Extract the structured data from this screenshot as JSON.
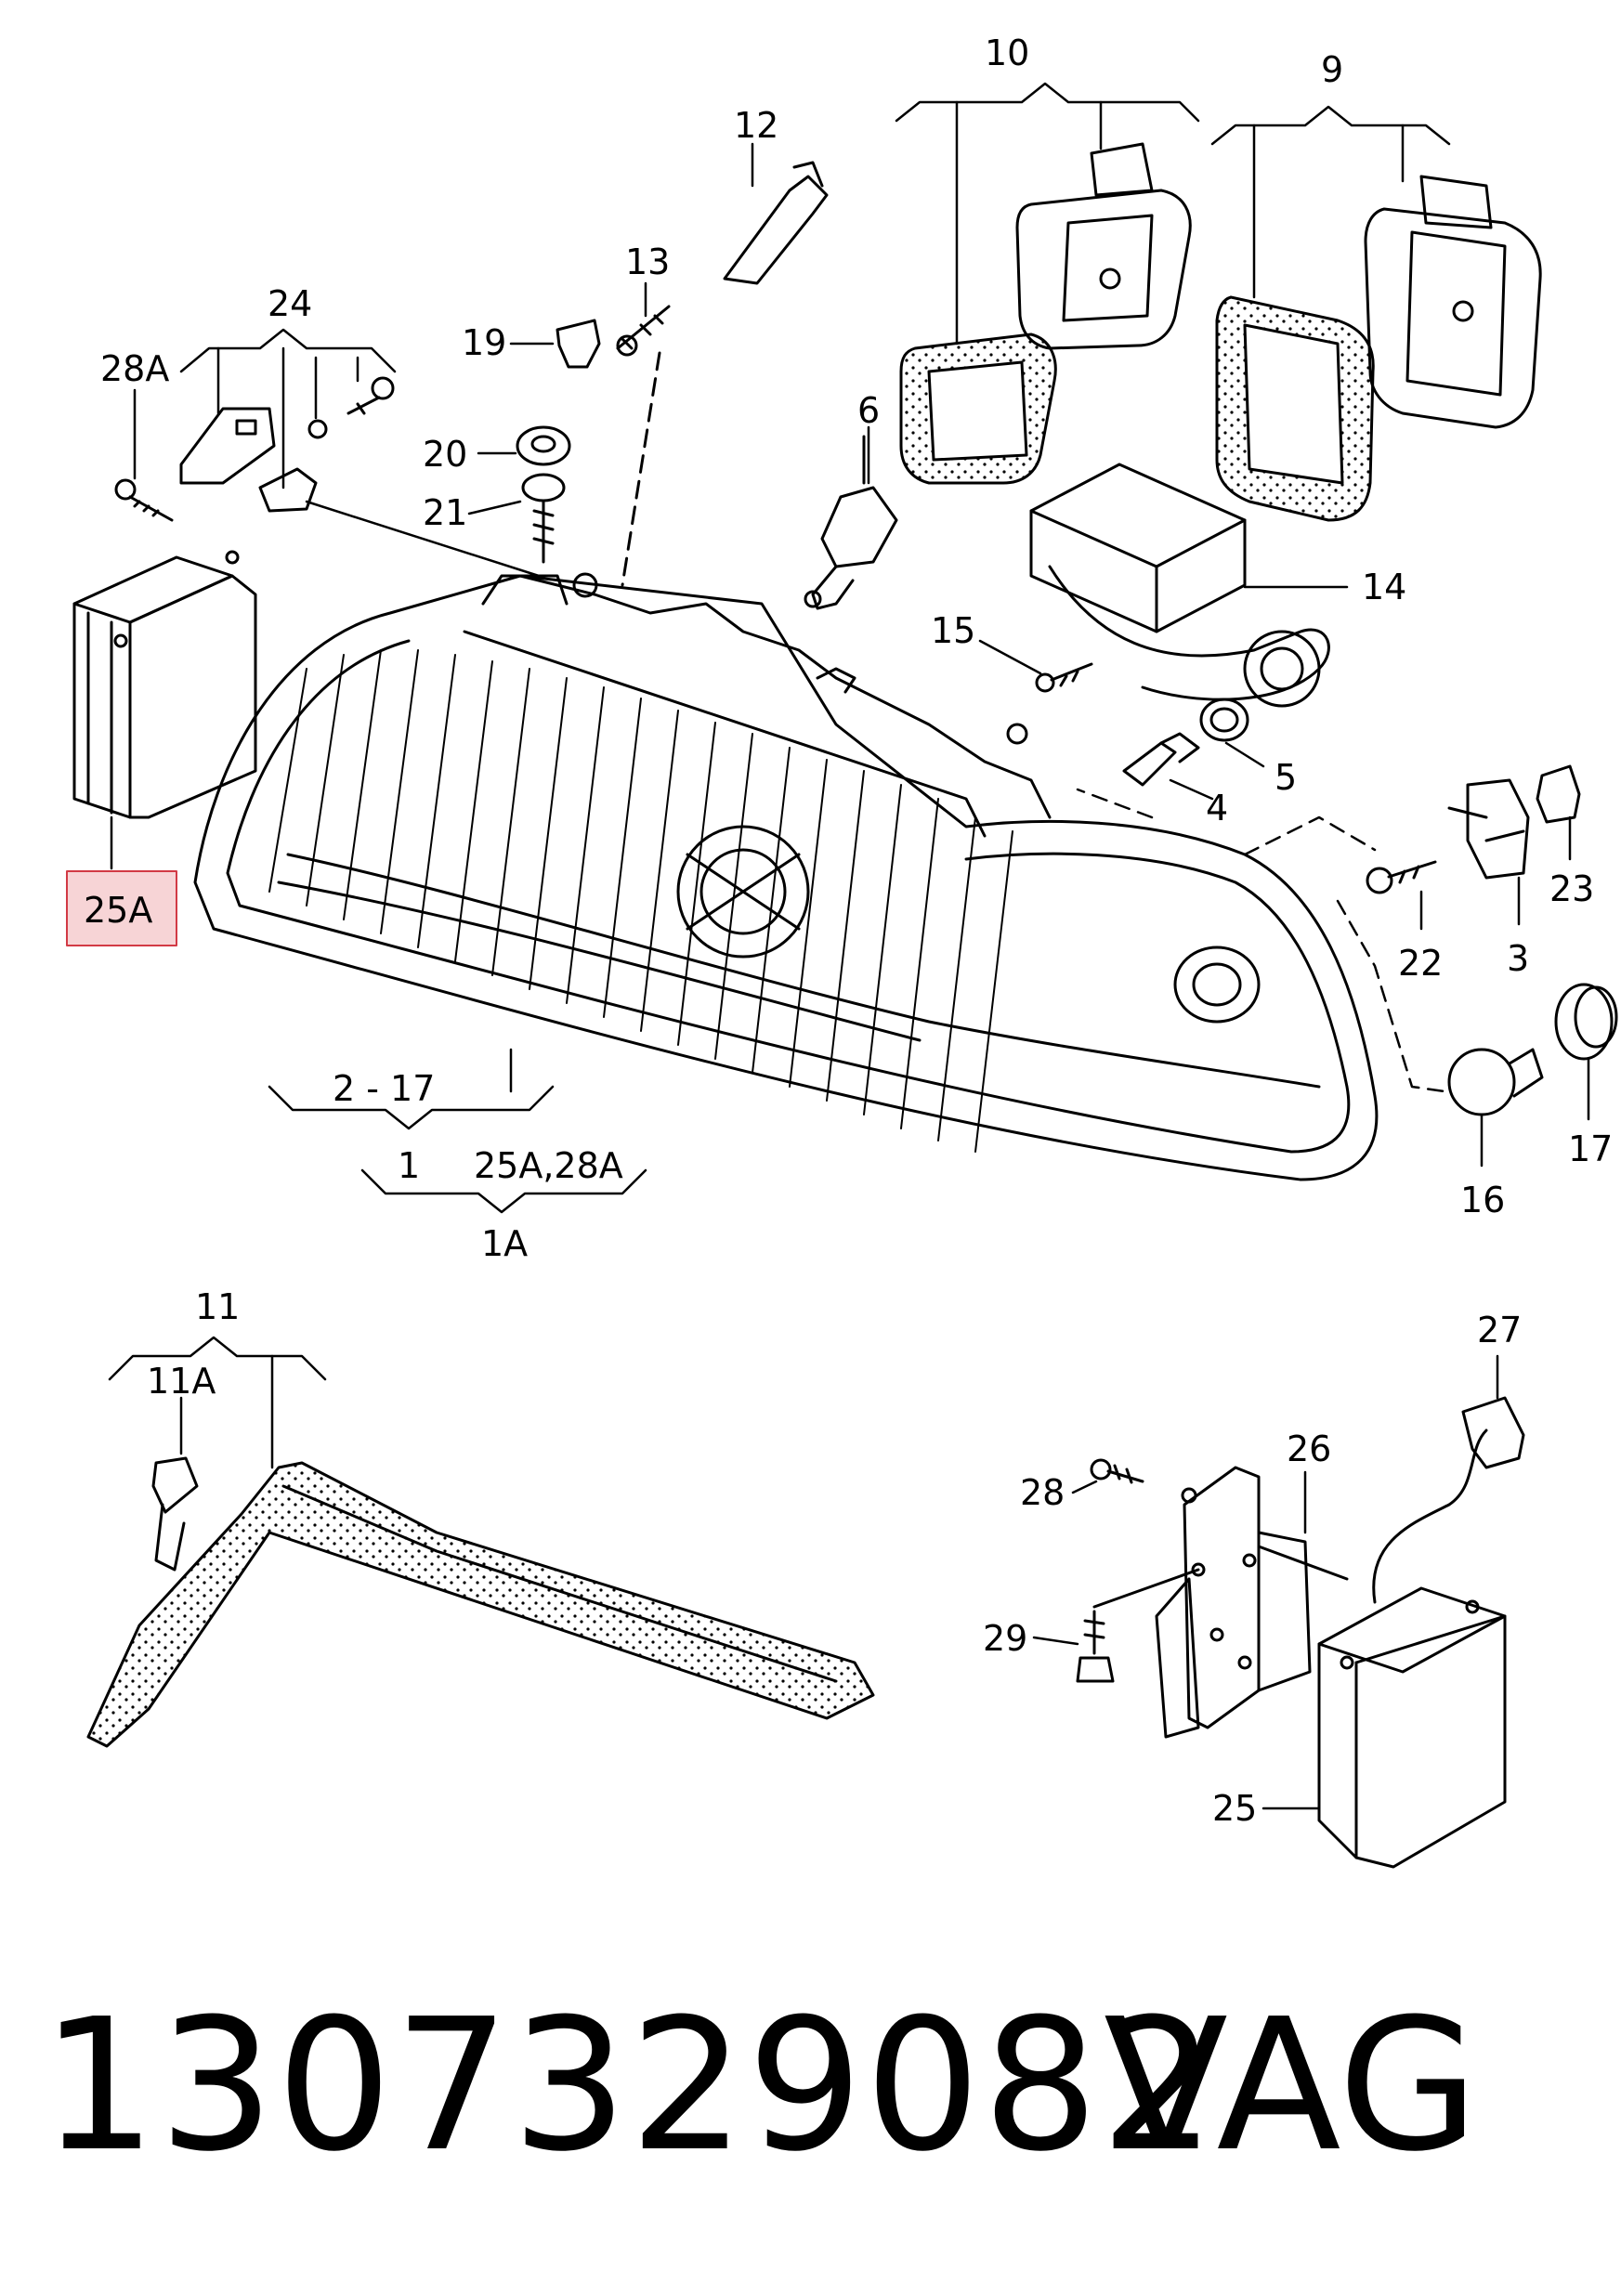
{
  "diagram": {
    "callouts": {
      "c1": "1",
      "c1A": "1A",
      "c2_17": "2 - 17",
      "c3": "3",
      "c4": "4",
      "c5": "5",
      "c6": "6",
      "c9": "9",
      "c10": "10",
      "c11": "11",
      "c11A": "11A",
      "c12": "12",
      "c13": "13",
      "c14": "14",
      "c15": "15",
      "c16": "16",
      "c17": "17",
      "c19": "19",
      "c20": "20",
      "c21": "21",
      "c22": "22",
      "c23": "23",
      "c24": "24",
      "c25": "25",
      "c25A": "25A",
      "c25A_28A": "25A,28A",
      "c26": "26",
      "c27": "27",
      "c28": "28",
      "c28A": "28A",
      "c29": "29"
    },
    "highlighted_callout": "25A",
    "highlight_color": "#f7d4d6",
    "highlight_border": "#d23a45"
  },
  "footer": {
    "part_number": "1307329082",
    "manufacturer": "VAG"
  }
}
